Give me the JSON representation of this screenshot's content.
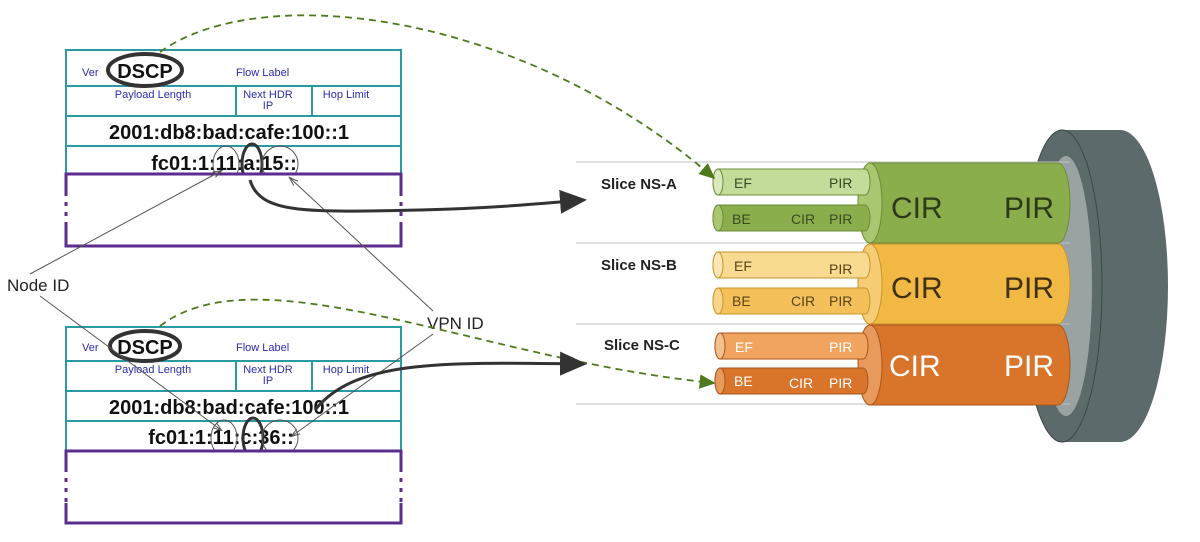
{
  "headers": [
    {
      "fields": {
        "ver": "Ver",
        "dscp": "DSCP",
        "flow_label": "Flow Label",
        "payload_length": "Payload Length",
        "next_hdr_line1": "Next HDR",
        "next_hdr_line2": "IP",
        "hop_limit": "Hop Limit"
      },
      "source_address": "2001:db8:bad:cafe:100::1",
      "destination_address": "fc01:1:11:a:15::"
    },
    {
      "fields": {
        "ver": "Ver",
        "dscp": "DSCP",
        "flow_label": "Flow Label",
        "payload_length": "Payload Length",
        "next_hdr_line1": "Next HDR",
        "next_hdr_line2": "IP",
        "hop_limit": "Hop Limit"
      },
      "source_address": "2001:db8:bad:cafe:100::1",
      "destination_address": "fc01:1:11:c:36::"
    }
  ],
  "callouts": {
    "node_id": "Node ID",
    "vpn_id": "VPN ID"
  },
  "slices": [
    {
      "name": "Slice NS-A",
      "ef_label": "EF",
      "ef_pir": "PIR",
      "be_label": "BE",
      "be_cir": "CIR",
      "be_pir": "PIR",
      "cir": "CIR",
      "pir": "PIR",
      "colors": {
        "main": "#8bad4c",
        "ef": "#c3dc9a",
        "be": "#8bad4c",
        "text": "#3a4a22",
        "big_text": "#2d3a1a"
      }
    },
    {
      "name": "Slice NS-B",
      "ef_label": "EF",
      "ef_pir": "PIR",
      "be_label": "BE",
      "be_cir": "CIR",
      "be_pir": "PIR",
      "cir": "CIR",
      "pir": "PIR",
      "colors": {
        "main": "#f1b944",
        "ef": "#f9da91",
        "be": "#f3c05a",
        "text": "#5a4417",
        "big_text": "#3f3012"
      }
    },
    {
      "name": "Slice NS-C",
      "ef_label": "EF",
      "ef_pir": "PIR",
      "be_label": "BE",
      "be_cir": "CIR",
      "be_pir": "PIR",
      "cir": "CIR",
      "pir": "PIR",
      "colors": {
        "main": "#d9742b",
        "ef": "#f0a460",
        "be": "#d9742b",
        "text": "#ffffff",
        "big_text": "#ffffff"
      }
    }
  ],
  "colors": {
    "header_teal": "#2a9aa2",
    "header_purple": "#5b2d8e",
    "field_text": "#2b2bb0",
    "cable_outer": "#5c6a6c",
    "cable_jacket": "#9aa3a4",
    "dashed_arrow": "#4e7a1c",
    "solid_arrow": "#333333"
  }
}
